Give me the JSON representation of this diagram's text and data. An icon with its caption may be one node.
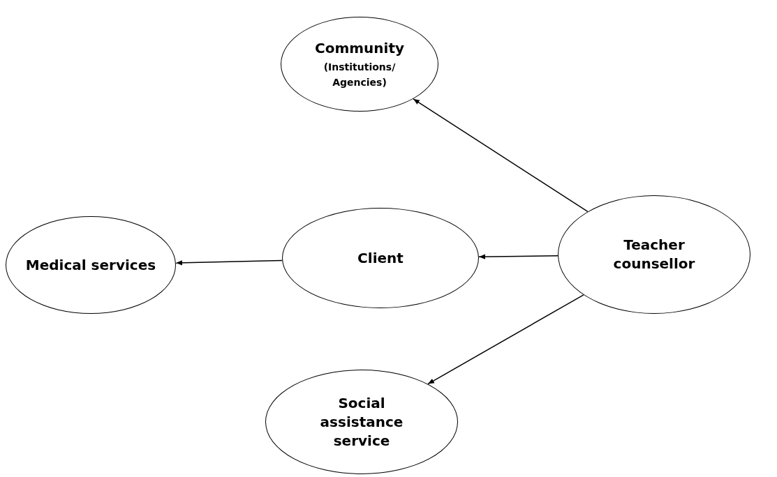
{
  "diagram": {
    "nodes": [
      {
        "text": [
          "Community",
          "(Institutions/ Agencies)"
        ]
      },
      {
        "text": [
          "Medical services"
        ]
      },
      {
        "text": [
          "Client"
        ]
      },
      {
        "text": [
          "Teacher counsellor"
        ]
      },
      {
        "text": [
          "Social assistance service"
        ]
      }
    ],
    "edges": [
      {
        "from": 3,
        "to": 0,
        "arrow": "to"
      },
      {
        "from": 3,
        "to": 2,
        "arrow": "to"
      },
      {
        "from": 2,
        "to": 1,
        "arrow": "to"
      },
      {
        "from": 3,
        "to": 4,
        "arrow": "to"
      }
    ]
  }
}
